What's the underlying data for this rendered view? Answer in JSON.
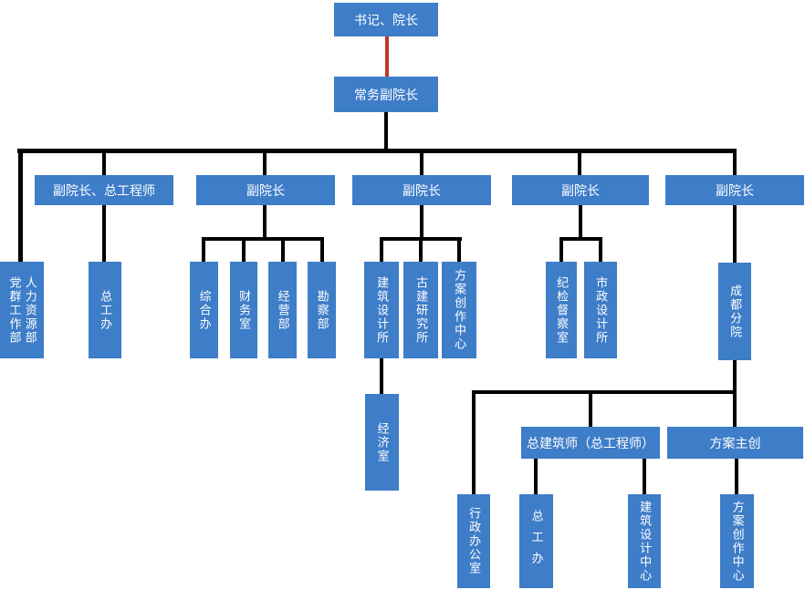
{
  "colors": {
    "box_fill": "#3E7DC8",
    "box_text": "#FFFFFF",
    "connector": "#000000",
    "special_link_red": "#C0362C",
    "background": "#FFFFFF"
  },
  "nodes": {
    "secretary_dean": {
      "label": "书记、院长"
    },
    "executive_vice_dean": {
      "label": "常务副院长"
    },
    "vice_dean_chief_engineer": {
      "label": "副院长、总工程师"
    },
    "vice_dean_1": {
      "label": "副院长"
    },
    "vice_dean_2": {
      "label": "副院长"
    },
    "vice_dean_3": {
      "label": "副院长"
    },
    "vice_dean_4": {
      "label": "副院长"
    },
    "party_masses_dept": {
      "label": "党群工作部"
    },
    "hr_dept": {
      "label": "人力资源部"
    },
    "chief_engineer_office": {
      "label": "总工办"
    },
    "general_affairs_office": {
      "label": "综合办"
    },
    "finance_office": {
      "label": "财务室"
    },
    "operations_dept": {
      "label": "经营部"
    },
    "survey_dept": {
      "label": "勘察部"
    },
    "architectural_design_institute": {
      "label": "建筑设计所"
    },
    "ancient_architecture_research_institute": {
      "label": "古建研究所"
    },
    "scheme_creation_center": {
      "label": "方案创作中心"
    },
    "discipline_inspection_office": {
      "label": "纪检督察室"
    },
    "municipal_design_institute": {
      "label": "市政设计所"
    },
    "chengdu_branch": {
      "label": "成都分院"
    },
    "economy_office": {
      "label": "经济室"
    },
    "chief_architect": {
      "label": "总建筑师（总工程师）"
    },
    "scheme_lead": {
      "label": "方案主创"
    },
    "admin_office": {
      "label": "行政办公室"
    },
    "branch_chief_engineer_office": {
      "label": "总工办"
    },
    "architectural_design_center": {
      "label": "建筑设计中心"
    },
    "branch_scheme_creation_center": {
      "label": "方案创作中心"
    }
  }
}
